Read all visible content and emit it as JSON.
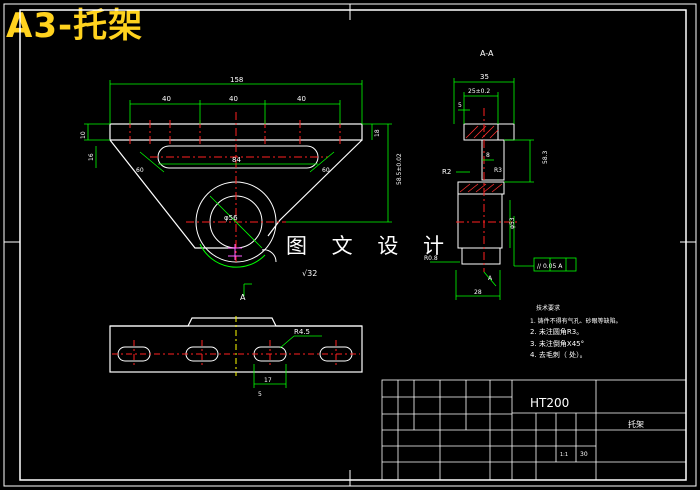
{
  "header": {
    "title": "A3-托架"
  },
  "watermark": "图 文 设 计",
  "colors": {
    "frame": "#ffffff",
    "geometry": "#ffffff",
    "dimension": "#00ff00",
    "centerline": "#ff2020",
    "hatch": "#ff3030",
    "text": "#ffffff",
    "title": "#ffd21e",
    "background": "#000000"
  },
  "front_view": {
    "dim_overall": "158",
    "dim_pitch_1": "40",
    "dim_pitch_2": "40",
    "dim_pitch_3": "40",
    "dim_thickness": "10",
    "dim_slot_width": "16",
    "dim_slot_length": "84",
    "dim_angle_left": "60",
    "dim_angle_right": "60",
    "dim_bore": "φ56",
    "dim_height": "58.5±0.02",
    "dim_thickness_r": "18",
    "surface_mark": "√32",
    "view_label": "A"
  },
  "section_view": {
    "title": "A-A",
    "dim_width": "35",
    "dim_inner": "25±0.2",
    "dim_step": "5",
    "dim_small": "8",
    "dim_r2": "R2",
    "dim_r3": "R3",
    "dim_height": "58.3",
    "dim_bore": "φ53",
    "tolerance": "// 0.05 A",
    "surface": "R0.8",
    "dim_base": "28",
    "leader": "A"
  },
  "bottom_view": {
    "dim_radius": "R4.5",
    "dim_pitch": "17",
    "label": "5"
  },
  "tech_notes": {
    "heading": "技术要求",
    "items": [
      "1. 铸件不得有气孔、砂眼等缺陷。",
      "2. 未注圆角R3。",
      "3. 未注倒角X45°",
      "4. 去毛刺（      处）。"
    ]
  },
  "title_block": {
    "material": "HT200",
    "part_name": "托架",
    "scale": "1:1",
    "sheet": "30"
  }
}
